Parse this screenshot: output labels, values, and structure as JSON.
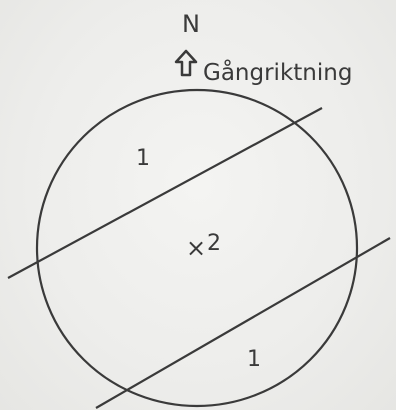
{
  "north_label": "N",
  "direction_label": "Gångriktning",
  "region_labels": {
    "top": "1",
    "center_marker": "×",
    "center": "2",
    "bottom": "1"
  },
  "icons": {
    "direction": "up-arrow-outline-icon"
  },
  "colors": {
    "background": "#ededeb",
    "ink": "#3a3a3a"
  }
}
